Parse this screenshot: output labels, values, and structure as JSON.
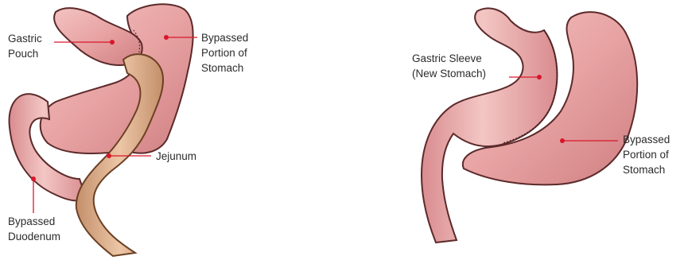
{
  "bypass_diagram": {
    "labels": {
      "gastric_pouch": [
        "Gastric",
        "Pouch"
      ],
      "bypassed_stomach": [
        "Bypassed",
        "Portion of",
        "Stomach"
      ],
      "jejunum": [
        "Jejunum"
      ],
      "bypassed_duodenum": [
        "Bypassed",
        "Duodenum"
      ]
    }
  },
  "sleeve_diagram": {
    "labels": {
      "gastric_sleeve": [
        "Gastric Sleeve",
        "(New Stomach)"
      ],
      "bypassed_stomach": [
        "Bypassed",
        "Portion of",
        "Stomach"
      ]
    }
  },
  "colors": {
    "stomach_fill": "#e8a3a3",
    "stomach_outline": "#5c2a2a",
    "jejunum_fill": "#d9ad8c",
    "leader_line": "#d9162b"
  }
}
